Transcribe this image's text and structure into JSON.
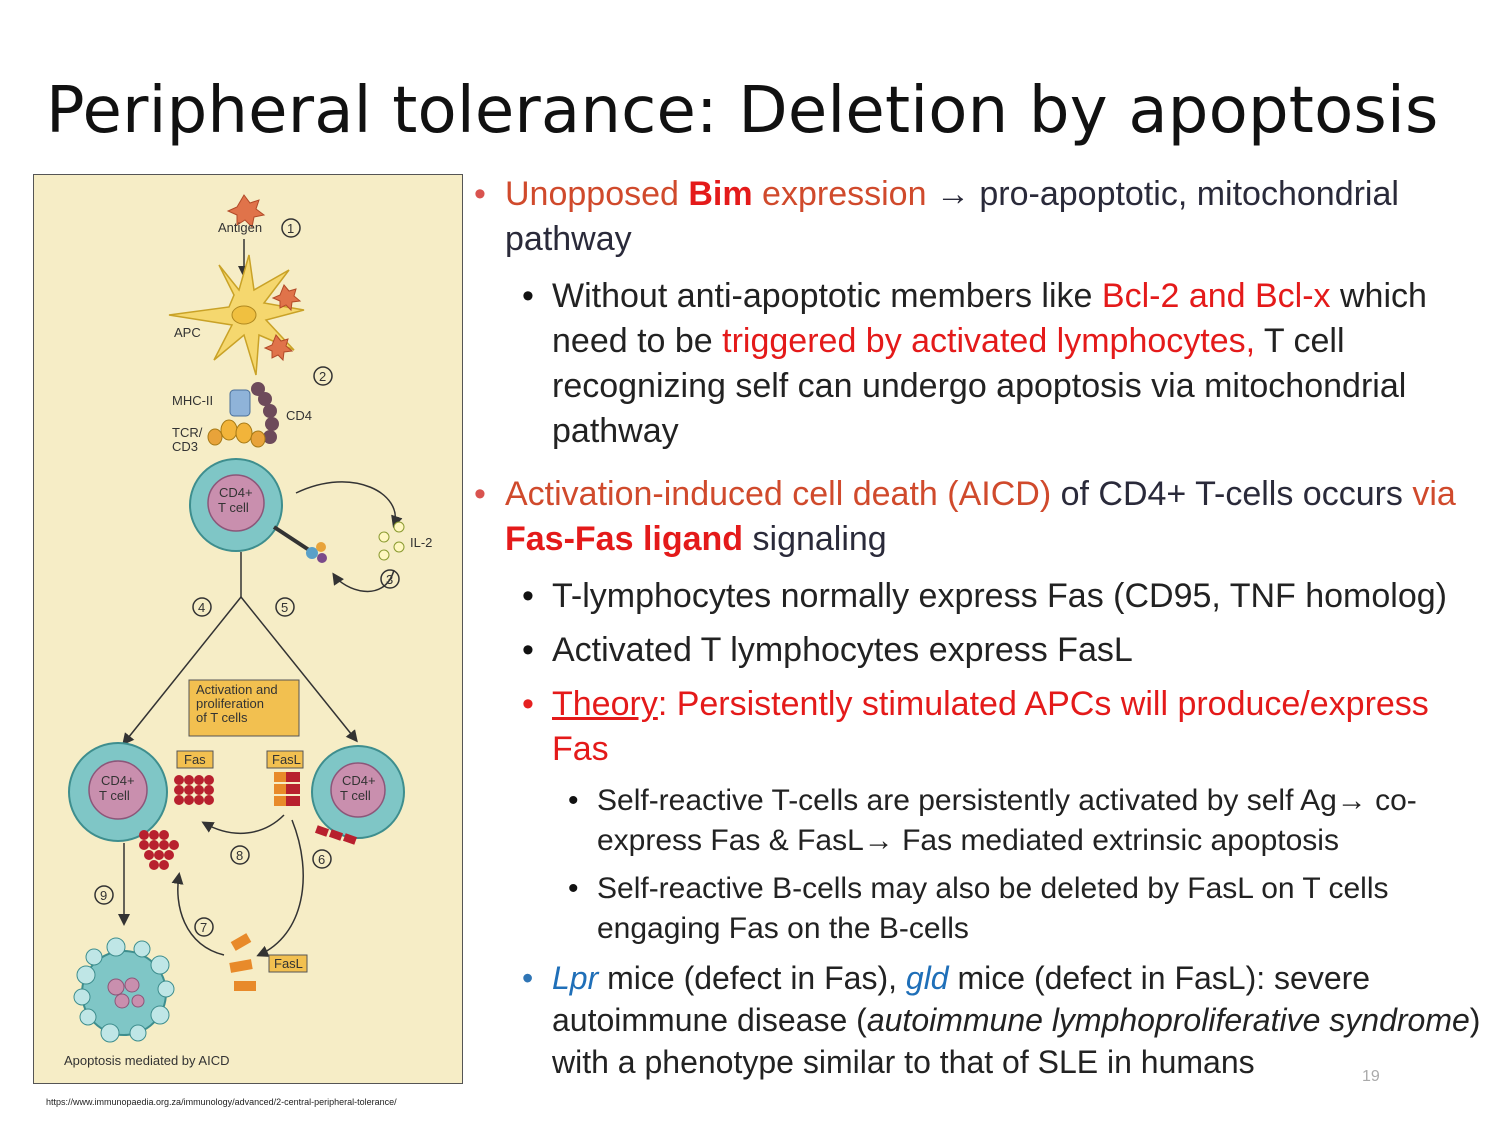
{
  "title": "Peripheral tolerance: Deletion by apoptosis",
  "source_url": "https://www.immunopaedia.org.za/immunology/advanced/2-central-peripheral-tolerance/",
  "page_number": "19",
  "figure": {
    "antigen": "Antigen",
    "apc": "APC",
    "mhc": "MHC-II",
    "tcr": "TCR/",
    "cd3": "CD3",
    "cd4": "CD4",
    "cd4_tcell_a": "CD4+",
    "cd4_tcell_b": "T cell",
    "il2": "IL-2",
    "activation_1": "Activation and",
    "activation_2": "proliferation",
    "activation_3": "of T cells",
    "fas": "Fas",
    "fasl": "FasL",
    "fasl2": "FasL",
    "caption": "Apoptosis mediated by AICD",
    "steps": [
      "1",
      "2",
      "3",
      "4",
      "5",
      "6",
      "7",
      "8",
      "9"
    ]
  },
  "bullets": {
    "b1": {
      "p1": "Unopposed ",
      "p2": "Bim",
      "p3": " expression ",
      "arrow": "→",
      "p4": " pro-apoptotic, mitochondrial pathway"
    },
    "b1a": {
      "p1": "Without anti-apoptotic members like ",
      "p2": "Bcl-2 and Bcl-x",
      "p3": " which need to be ",
      "p4": "triggered by activated lymphocytes,",
      "p5": " T cell recognizing self can undergo apoptosis via mitochondrial pathway"
    },
    "b2": {
      "p1": "Activation-induced cell death (AICD)",
      "p2": " of CD4+ T-cells occurs ",
      "p3": "via ",
      "p4": "Fas-Fas ligand",
      "p5": " signaling"
    },
    "b2a": "T-lymphocytes normally express Fas (CD95, TNF homolog)",
    "b2b": "Activated T lymphocytes express FasL",
    "b2c": {
      "p1": "Theory",
      "p2": ": Persistently stimulated APCs will produce/express Fas"
    },
    "b2c1": {
      "p1": "Self-reactive T-cells are persistently activated by self Ag",
      "arrow1": "→",
      "p2": " co-express Fas & FasL",
      "arrow2": "→",
      "p3": " Fas mediated extrinsic apoptosis"
    },
    "b2c2": "Self-reactive B-cells may also be deleted by FasL on T cells engaging Fas on the B-cells",
    "b2d": {
      "p1": "Lpr",
      "p2": " mice (defect in Fas), ",
      "p3": "gld",
      "p4": " mice (defect in FasL): severe autoimmune disease (",
      "p5": "autoimmune lymphoproliferative syndrome",
      "p6": ") with a phenotype similar to that of SLE in humans"
    }
  }
}
